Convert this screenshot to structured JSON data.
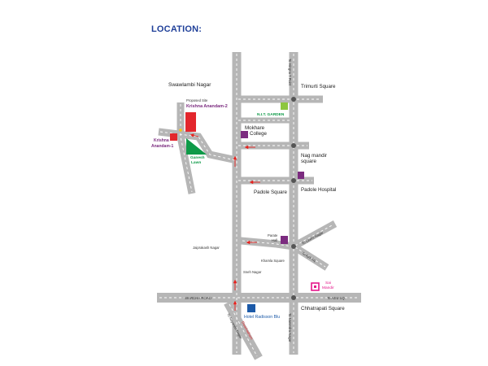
{
  "heading": "LOCATION:",
  "colors": {
    "road": "#b6b6b6",
    "dash": "#ffffff",
    "arrow": "#e8211d",
    "junction": "#555555",
    "site_red": "#e3262c",
    "lawn_green": "#0e9a48",
    "garden_green": "#8dc63f",
    "purple": "#7b2b7f",
    "hotel_blue": "#1c5aa8",
    "sai_pink": "#e4178a",
    "title_blue": "#1f3f99"
  },
  "labels": {
    "swawlambi_nagar": "Swawlambi Nagar",
    "proposed_site": "Proposed Site",
    "krishna_anandam_2": "Krishna Anandam-2",
    "krishna_anandam_1_a": "Krishna",
    "krishna_anandam_1_b": "Anandam-1",
    "ganesh_lawn_a": "Ganesh",
    "ganesh_lawn_b": "Lawn",
    "nit_garden": "N.I.T. GARDEN",
    "trimurti_square": "Trimurti Square",
    "mokhare_college_a": "Mokhare",
    "mokhare_college_b": "College",
    "nag_mandir_a": "Nag mandir",
    "nag_mandir_b": "square",
    "padole_square": "Padole Square",
    "padole_hospital": "Padole Hospital",
    "parate_hall_a": "Parate",
    "parate_hall_b": "Hall",
    "jaiprakash_nagar": "Jaiprakash Nagar",
    "khamla_square": "Khamla Square",
    "sneh_nagar": "Sneh Nagar",
    "sai_mandir_a": "Sai",
    "sai_mandir_b": "Mandir",
    "wardha_road": "WARDHA ROAD",
    "chhatrapati_square": "Chhatrapati Square",
    "hotel_radisson": "Hotel Radisson Blu",
    "to_hingna_t_point": "To Hingna T Point",
    "to_ajni_sq": "To AJNI SQ.",
    "to_ajni_sq_short": "To Ajni Sq.",
    "to_laxmi_nagar": "To Laxmi Nagar",
    "to_narendra_nagar": "To Narendra Nagar",
    "to_nayanda_nagar": "To Nayanda Nagar",
    "dwarkadham": "Dwarkadham"
  }
}
